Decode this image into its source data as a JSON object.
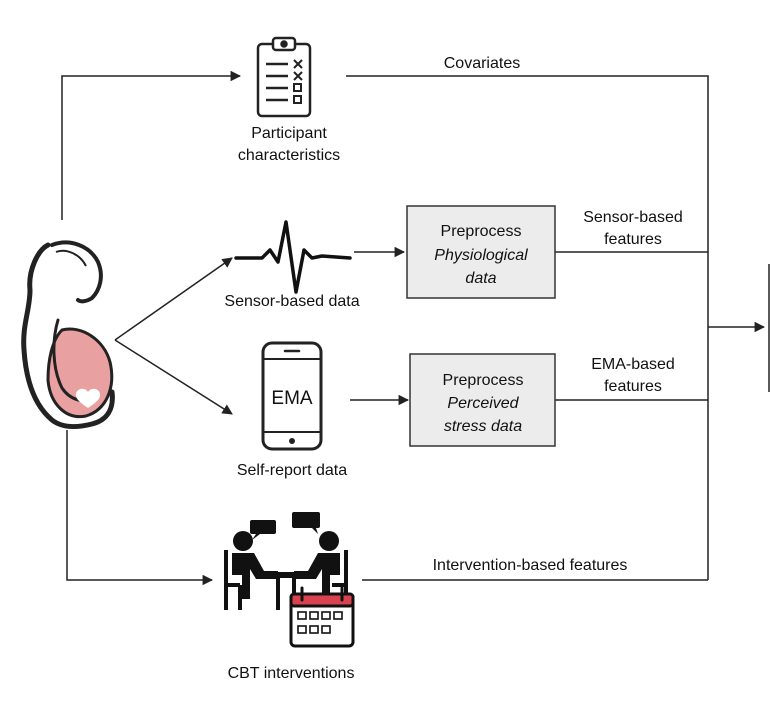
{
  "labels": {
    "participant_line1": "Participant",
    "participant_line2": "characteristics",
    "covariates": "Covariates",
    "sensor_data": "Sensor-based data",
    "self_report": "Self-report data",
    "cbt": "CBT interventions",
    "ema_icon_text": "EMA",
    "sensor_features_line1": "Sensor-based",
    "sensor_features_line2": "features",
    "ema_features_line1": "EMA-based",
    "ema_features_line2": "features",
    "intervention_features": "Intervention-based features"
  },
  "boxes": {
    "physio": {
      "title": "Preprocess",
      "sub1": "Physiological",
      "sub2": "data"
    },
    "stress": {
      "title": "Preprocess",
      "sub1": "Perceived",
      "sub2": "stress data"
    }
  },
  "colors": {
    "belly": "#e8a0a0",
    "heart": "#ffffff",
    "calendar_header": "#d9434f",
    "box_fill": "#ececec",
    "line": "#222222"
  },
  "icons": [
    "clipboard-icon",
    "pregnant-woman-icon",
    "heartbeat-icon",
    "smartphone-icon",
    "meeting-icon",
    "calendar-icon"
  ]
}
